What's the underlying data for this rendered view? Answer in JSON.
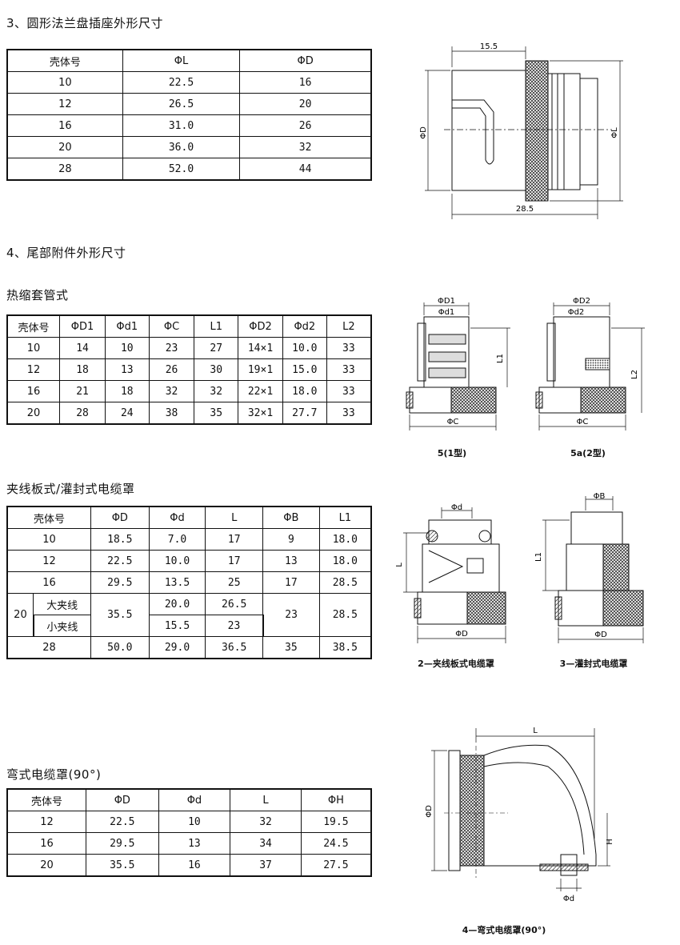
{
  "section3": {
    "title": "3、圆形法兰盘插座外形尺寸",
    "headers": [
      "壳体号",
      "ΦL",
      "ΦD"
    ],
    "rows": [
      [
        "10",
        "22.5",
        "16"
      ],
      [
        "12",
        "26.5",
        "20"
      ],
      [
        "16",
        "31.0",
        "26"
      ],
      [
        "20",
        "36.0",
        "32"
      ],
      [
        "28",
        "52.0",
        "44"
      ]
    ],
    "drawing": {
      "top_dim": "15.5",
      "bottom_dim": "28.5",
      "left_dim": "ΦD",
      "right_dim": "ΦL"
    }
  },
  "section4": {
    "title": "4、尾部附件外形尺寸"
  },
  "heatshrink": {
    "title": "热缩套管式",
    "headers": [
      "壳体号",
      "ΦD1",
      "Φd1",
      "ΦC",
      "L1",
      "ΦD2",
      "Φd2",
      "L2"
    ],
    "rows": [
      [
        "10",
        "14",
        "10",
        "23",
        "27",
        "14×1",
        "10.0",
        "33"
      ],
      [
        "12",
        "18",
        "13",
        "26",
        "30",
        "19×1",
        "15.0",
        "33"
      ],
      [
        "16",
        "21",
        "18",
        "32",
        "32",
        "22×1",
        "18.0",
        "33"
      ],
      [
        "20",
        "28",
        "24",
        "38",
        "35",
        "32×1",
        "27.7",
        "33"
      ]
    ],
    "fig1": {
      "top1": "ΦD1",
      "top2": "Φd1",
      "side": "L1",
      "bottom": "ΦC",
      "caption": "5(1型)"
    },
    "fig2": {
      "top1": "ΦD2",
      "top2": "Φd2",
      "side": "L2",
      "bottom": "ΦC",
      "caption": "5a(2型)"
    }
  },
  "clamp": {
    "title": "夹线板式/灌封式电缆罩",
    "headers": [
      "壳体号",
      "ΦD",
      "Φd",
      "L",
      "ΦB",
      "L1"
    ],
    "rows": [
      {
        "shell": "10",
        "D": "18.5",
        "d": "7.0",
        "L": "17",
        "B": "9",
        "L1": "18.0"
      },
      {
        "shell": "12",
        "D": "22.5",
        "d": "10.0",
        "L": "17",
        "B": "13",
        "L1": "18.0"
      },
      {
        "shell": "16",
        "D": "29.5",
        "d": "13.5",
        "L": "25",
        "B": "17",
        "L1": "28.5"
      }
    ],
    "row20": {
      "shell": "20",
      "sub1": "大夹线",
      "sub2": "小夹线",
      "D": "35.5",
      "d1": "20.0",
      "d2": "15.5",
      "L1v": "26.5",
      "L2v": "23",
      "B": "23",
      "L1": "28.5"
    },
    "row28": {
      "shell": "28",
      "D": "50.0",
      "d": "29.0",
      "L": "36.5",
      "B": "35",
      "L1": "38.5"
    },
    "fig1": {
      "top": "Φd",
      "side": "L",
      "bottom": "ΦD",
      "caption": "2—夹线板式电缆罩"
    },
    "fig2": {
      "top": "ΦB",
      "side": "L1",
      "bottom": "ΦD",
      "caption": "3—灌封式电缆罩"
    }
  },
  "elbow": {
    "title": "弯式电缆罩(90°)",
    "headers": [
      "壳体号",
      "ΦD",
      "Φd",
      "L",
      "ΦH"
    ],
    "rows": [
      [
        "12",
        "22.5",
        "10",
        "32",
        "19.5"
      ],
      [
        "16",
        "29.5",
        "13",
        "34",
        "24.5"
      ],
      [
        "20",
        "35.5",
        "16",
        "37",
        "27.5"
      ]
    ],
    "fig": {
      "top": "L",
      "left": "ΦD",
      "right": "H",
      "bottom": "Φd",
      "caption": "4—弯式电缆罩(90°)"
    }
  }
}
